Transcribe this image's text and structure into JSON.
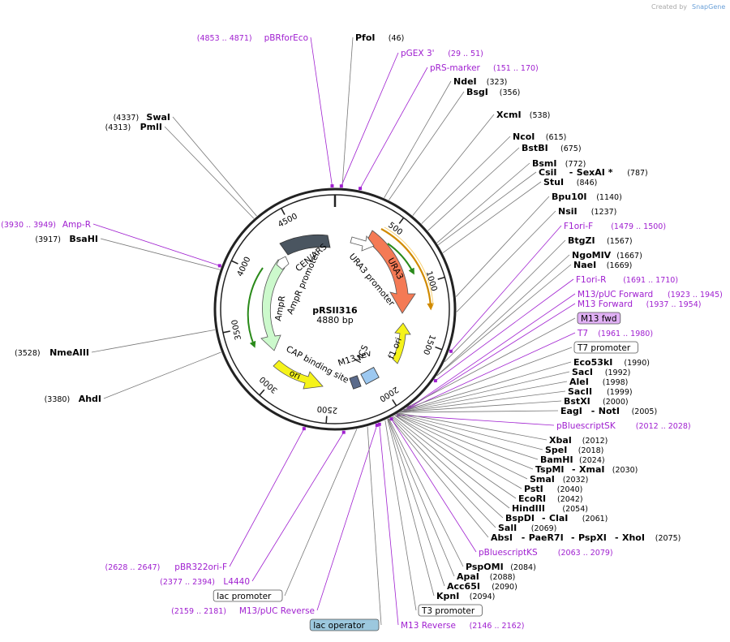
{
  "watermark": {
    "prefix": "Created by",
    "brand": "SnapGene"
  },
  "plasmid": {
    "name": "pRSII316",
    "length_label": "4880 bp"
  },
  "ticks": [
    "500",
    "1000",
    "1500",
    "2000",
    "2500",
    "3000",
    "3500",
    "4000",
    "4500"
  ],
  "features": [
    {
      "name": "URA3",
      "color": "#f47a55"
    },
    {
      "name": "URA3 promoter",
      "color": "#ffffff"
    },
    {
      "name": "f1 ori",
      "color": "#f5f31a"
    },
    {
      "name": "MCS",
      "color": "#ffffff"
    },
    {
      "name": "M13 rev",
      "color": "#ffffff"
    },
    {
      "name": "CAP binding site",
      "color": "#ffffff"
    },
    {
      "name": "ori",
      "color": "#f5f31a"
    },
    {
      "name": "AmpR",
      "color": "#ccf9cc"
    },
    {
      "name": "AmpR promoter",
      "color": "#ffffff"
    },
    {
      "name": "CEN/ARS",
      "color": "#4a5560"
    }
  ],
  "right_labels": [
    {
      "kind": "enzyme",
      "name": "PfoI",
      "pos": "(46)"
    },
    {
      "kind": "primer",
      "name": "pGEX 3'",
      "pos": "(29 .. 51)"
    },
    {
      "kind": "primer",
      "name": "pRS-marker",
      "pos": "(151 .. 170)"
    },
    {
      "kind": "enzyme",
      "name": "NdeI",
      "pos": "(323)"
    },
    {
      "kind": "enzyme",
      "name": "BsgI",
      "pos": "(356)"
    },
    {
      "kind": "enzyme",
      "name": "XcmI",
      "pos": "(538)"
    },
    {
      "kind": "enzyme",
      "name": "NcoI",
      "pos": "(615)"
    },
    {
      "kind": "enzyme",
      "name": "BstBI",
      "pos": "(675)"
    },
    {
      "kind": "enzyme",
      "name": "BsmI",
      "pos": "(772)"
    },
    {
      "kind": "enzyme",
      "name": "CsiI",
      "name2": "SexAI *",
      "pos": "(787)"
    },
    {
      "kind": "enzyme",
      "name": "StuI",
      "pos": "(846)"
    },
    {
      "kind": "enzyme",
      "name": "Bpu10I",
      "pos": "(1140)"
    },
    {
      "kind": "enzyme",
      "name": "NsiI",
      "pos": "(1237)"
    },
    {
      "kind": "primer",
      "name": "F1ori-F",
      "pos": "(1479 .. 1500)"
    },
    {
      "kind": "enzyme",
      "name": "BtgZI",
      "pos": "(1567)"
    },
    {
      "kind": "enzyme",
      "name": "NgoMIV",
      "pos": "(1667)"
    },
    {
      "kind": "enzyme",
      "name": "NaeI",
      "pos": "(1669)"
    },
    {
      "kind": "primer",
      "name": "F1ori-R",
      "pos": "(1691 .. 1710)"
    },
    {
      "kind": "primer",
      "name": "M13/pUC Forward",
      "pos": "(1923 .. 1945)"
    },
    {
      "kind": "primer",
      "name": "M13 Forward",
      "pos": "(1937 .. 1954)"
    },
    {
      "kind": "boxprimer",
      "name": "M13 fwd"
    },
    {
      "kind": "primer",
      "name": "T7",
      "pos": "(1961 .. 1980)"
    },
    {
      "kind": "box",
      "name": "T7 promoter"
    },
    {
      "kind": "enzyme",
      "name": "Eco53kI",
      "pos": "(1990)"
    },
    {
      "kind": "enzyme",
      "name": "SacI",
      "pos": "(1992)"
    },
    {
      "kind": "enzyme",
      "name": "AleI",
      "pos": "(1998)"
    },
    {
      "kind": "enzyme",
      "name": "SacII",
      "pos": "(1999)"
    },
    {
      "kind": "enzyme",
      "name": "BstXI",
      "pos": "(2000)"
    },
    {
      "kind": "enzyme",
      "name": "EagI",
      "name2": "NotI",
      "pos": "(2005)"
    },
    {
      "kind": "primer",
      "name": "pBluescriptSK",
      "pos": "(2012 .. 2028)"
    },
    {
      "kind": "enzyme",
      "name": "XbaI",
      "pos": "(2012)"
    },
    {
      "kind": "enzyme",
      "name": "SpeI",
      "pos": "(2018)"
    },
    {
      "kind": "enzyme",
      "name": "BamHI",
      "pos": "(2024)"
    },
    {
      "kind": "enzyme",
      "name": "TspMI",
      "name2": "XmaI",
      "pos": "(2030)"
    },
    {
      "kind": "enzyme",
      "name": "SmaI",
      "pos": "(2032)"
    },
    {
      "kind": "enzyme",
      "name": "PstI",
      "pos": "(2040)"
    },
    {
      "kind": "enzyme",
      "name": "EcoRI",
      "pos": "(2042)"
    },
    {
      "kind": "enzyme",
      "name": "HindIII",
      "pos": "(2054)"
    },
    {
      "kind": "enzyme",
      "name": "BspDI",
      "name2": "ClaI",
      "pos": "(2061)"
    },
    {
      "kind": "enzyme",
      "name": "SalI",
      "pos": "(2069)"
    },
    {
      "kind": "enzyme",
      "name": "AbsI",
      "name2": "PaeR7I",
      "name3": "PspXI",
      "name4": "XhoI",
      "pos": "(2075)"
    },
    {
      "kind": "primer",
      "name": "pBluescriptKS",
      "pos": "(2063 .. 2079)"
    },
    {
      "kind": "enzyme",
      "name": "PspOMI",
      "pos": "(2084)"
    },
    {
      "kind": "enzyme",
      "name": "ApaI",
      "pos": "(2088)"
    },
    {
      "kind": "enzyme",
      "name": "Acc65I",
      "pos": "(2090)"
    },
    {
      "kind": "enzyme",
      "name": "KpnI",
      "pos": "(2094)"
    },
    {
      "kind": "box",
      "name": "T3 promoter"
    },
    {
      "kind": "primer",
      "name": "M13 Reverse",
      "pos": "(2146 .. 2162)"
    }
  ],
  "left_labels": [
    {
      "kind": "primer",
      "name": "pBRforEco",
      "pos": "(4853 .. 4871)"
    },
    {
      "kind": "enzyme",
      "name": "SwaI",
      "pos": "(4337)"
    },
    {
      "kind": "enzyme",
      "name": "PmlI",
      "pos": "(4313)"
    },
    {
      "kind": "primer",
      "name": "Amp-R",
      "pos": "(3930 .. 3949)"
    },
    {
      "kind": "enzyme",
      "name": "BsaHI",
      "pos": "(3917)"
    },
    {
      "kind": "enzyme",
      "name": "NmeAIII",
      "pos": "(3528)"
    },
    {
      "kind": "enzyme",
      "name": "AhdI",
      "pos": "(3380)"
    },
    {
      "kind": "primer",
      "name": "pBR322ori-F",
      "pos": "(2628 .. 2647)"
    },
    {
      "kind": "primer",
      "name": "L4440",
      "pos": "(2377 .. 2394)"
    },
    {
      "kind": "box",
      "name": "lac promoter"
    },
    {
      "kind": "primer",
      "name": "M13/pUC Reverse",
      "pos": "(2159 .. 2181)"
    },
    {
      "kind": "bluebox",
      "name": "lac operator"
    }
  ],
  "colors": {
    "enzyme": "#000000",
    "primer": "#a020d0",
    "ring": "#222222",
    "promoter_box": "#ffffff",
    "operator_box": "#9cc8de",
    "primer_box": "#e0b0f4"
  }
}
